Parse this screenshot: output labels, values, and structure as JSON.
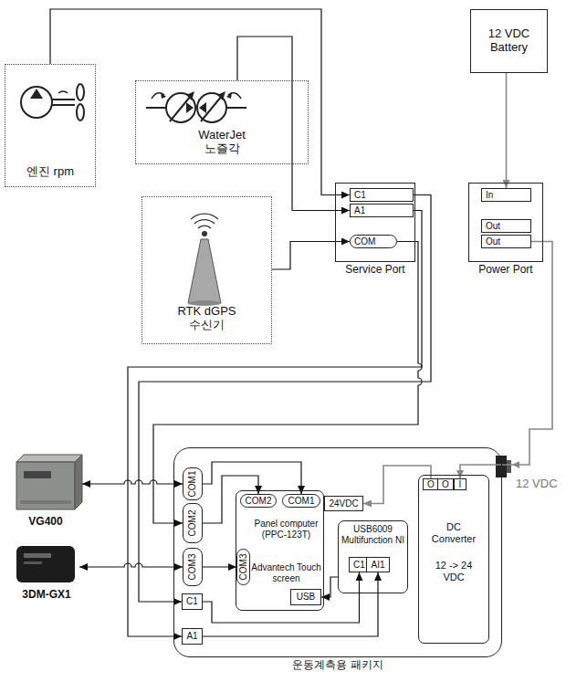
{
  "diagram": {
    "nodes": [
      {
        "text": [
          "엔진 rpm"
        ]
      },
      {
        "text": [
          "WaterJet 노즐각"
        ]
      },
      {
        "text": [
          "RTK dGPS 수신기"
        ]
      },
      {
        "text": [
          "12 VDC Battery"
        ]
      },
      {
        "text": [
          "Service Port"
        ]
      },
      {
        "text": [
          "C1"
        ],
        "in": 4
      },
      {
        "text": [
          "A1"
        ],
        "in": 4
      },
      {
        "text": [
          "COM"
        ],
        "in": 4
      },
      {
        "text": [
          "Power Port"
        ]
      },
      {
        "text": [
          "In"
        ],
        "in": 8
      },
      {
        "text": [
          "Out"
        ],
        "in": 8
      },
      {
        "text": [
          "Out"
        ],
        "in": 8
      },
      {
        "text": [
          "VG400"
        ]
      },
      {
        "text": [
          "3DM-GX1"
        ]
      },
      {
        "text": [
          "운동계측용 패키지"
        ]
      },
      {
        "text": [
          "COM1"
        ],
        "in": 14
      },
      {
        "text": [
          "COM2"
        ],
        "in": 14
      },
      {
        "text": [
          "COM3"
        ],
        "in": 14
      },
      {
        "text": [
          "C1"
        ],
        "in": 14
      },
      {
        "text": [
          "A1"
        ],
        "in": 14
      },
      {
        "text": [
          "Panel computer (PPC-123T)",
          "Advantech Touch screen"
        ],
        "in": 14
      },
      {
        "text": [
          "COM2"
        ],
        "in": 20
      },
      {
        "text": [
          "COM1"
        ],
        "in": 20
      },
      {
        "text": [
          "COM3"
        ],
        "in": 20
      },
      {
        "text": [
          "USB"
        ],
        "in": 20
      },
      {
        "text": [
          "24VDC"
        ],
        "in": 14
      },
      {
        "text": [
          "USB6009 Multifunction NI"
        ],
        "in": 14
      },
      {
        "text": [
          "C1"
        ],
        "in": 26
      },
      {
        "text": [
          "AI1"
        ],
        "in": 26
      },
      {
        "text": [
          "DC Converter",
          "12 -> 24 VDC"
        ],
        "in": 14
      },
      {
        "text": [
          "O"
        ],
        "in": 29
      },
      {
        "text": [
          "O"
        ],
        "in": 29
      },
      {
        "text": [
          "I"
        ],
        "in": 29
      }
    ],
    "edges": [
      {
        "from": 0,
        "to": 5,
        "arrow": "to"
      },
      {
        "from": 1,
        "to": 6,
        "arrow": "to"
      },
      {
        "from": 2,
        "to": 7,
        "arrow": "to"
      },
      {
        "from": 3,
        "to": 9,
        "arrow": "to"
      },
      {
        "from": 5,
        "to": 18,
        "arrow": "to"
      },
      {
        "from": 6,
        "to": 19,
        "arrow": "to"
      },
      {
        "from": 7,
        "to": 16,
        "arrow": "to"
      },
      {
        "from": 11,
        "to": 32,
        "arrow": "to"
      },
      {
        "from": 30,
        "to": 25,
        "arrow": "to"
      },
      {
        "from": 12,
        "to": 15,
        "arrow": "both"
      },
      {
        "from": 13,
        "to": 17,
        "arrow": "both"
      },
      {
        "from": 15,
        "to": 22,
        "arrow": "to"
      },
      {
        "from": 16,
        "to": 21,
        "arrow": "to"
      },
      {
        "from": 17,
        "to": 23,
        "arrow": "to"
      },
      {
        "from": 18,
        "to": 27,
        "arrow": "to"
      },
      {
        "from": 19,
        "to": 28,
        "arrow": "to"
      },
      {
        "from": 26,
        "to": 24,
        "arrow": "to"
      }
    ],
    "labels": [
      "12 VDC"
    ]
  }
}
